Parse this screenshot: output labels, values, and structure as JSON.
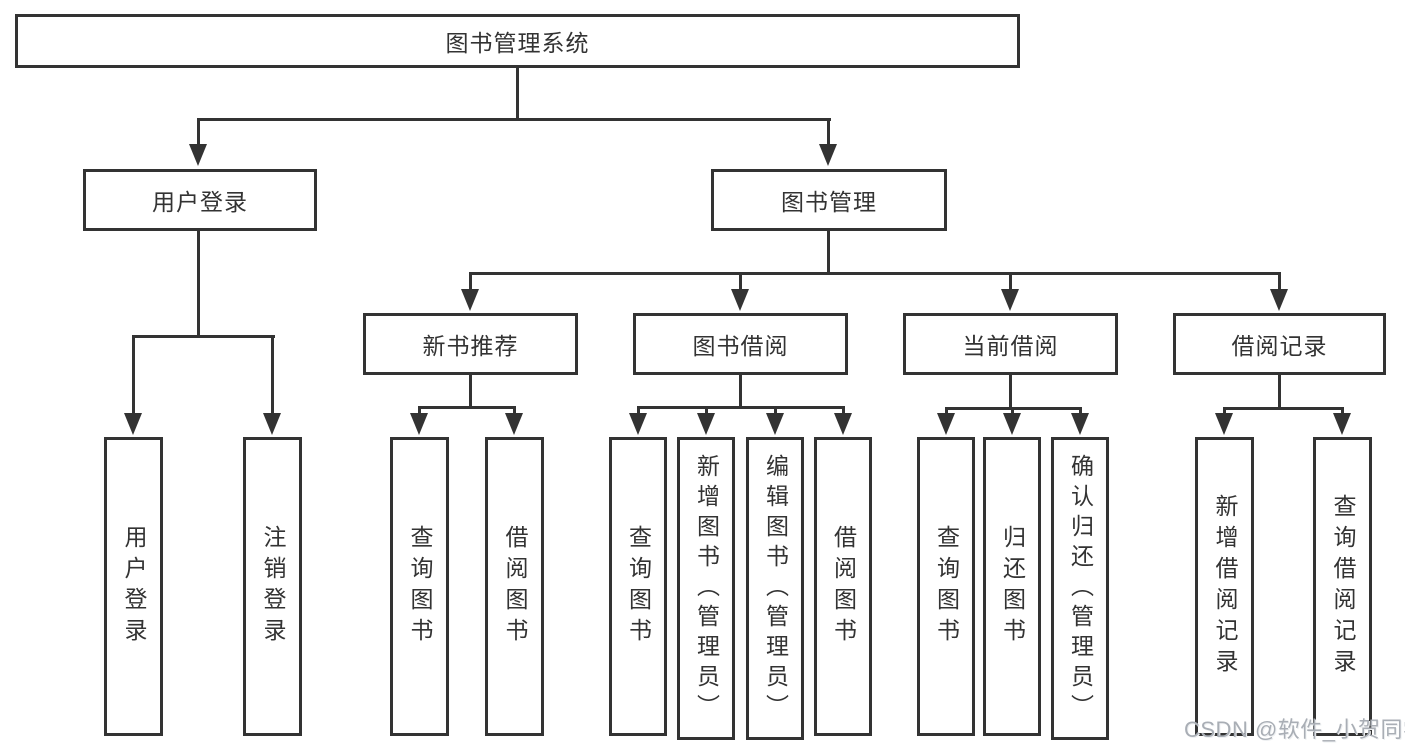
{
  "diagram": {
    "root": {
      "label": "图书管理系统"
    },
    "branches": [
      {
        "label": "用户登录",
        "leaves": [
          "用户登录",
          "注销登录"
        ]
      },
      {
        "label": "图书管理",
        "groups": [
          {
            "label": "新书推荐",
            "leaves": [
              "查询图书",
              "借阅图书"
            ]
          },
          {
            "label": "图书借阅",
            "leaves": [
              "查询图书",
              "新增图书（管理员）",
              "编辑图书（管理员）",
              "借阅图书"
            ]
          },
          {
            "label": "当前借阅",
            "leaves": [
              "查询图书",
              "归还图书",
              "确认归还（管理员）"
            ]
          },
          {
            "label": "借阅记录",
            "leaves": [
              "新增借阅记录",
              "查询借阅记录"
            ]
          }
        ]
      }
    ],
    "watermark": "CSDN @软件_小贺同学",
    "colors": {
      "line": "#333333",
      "text": "#333333",
      "watermark_gray": "#a9aeb5",
      "background": "#ffffff"
    }
  }
}
